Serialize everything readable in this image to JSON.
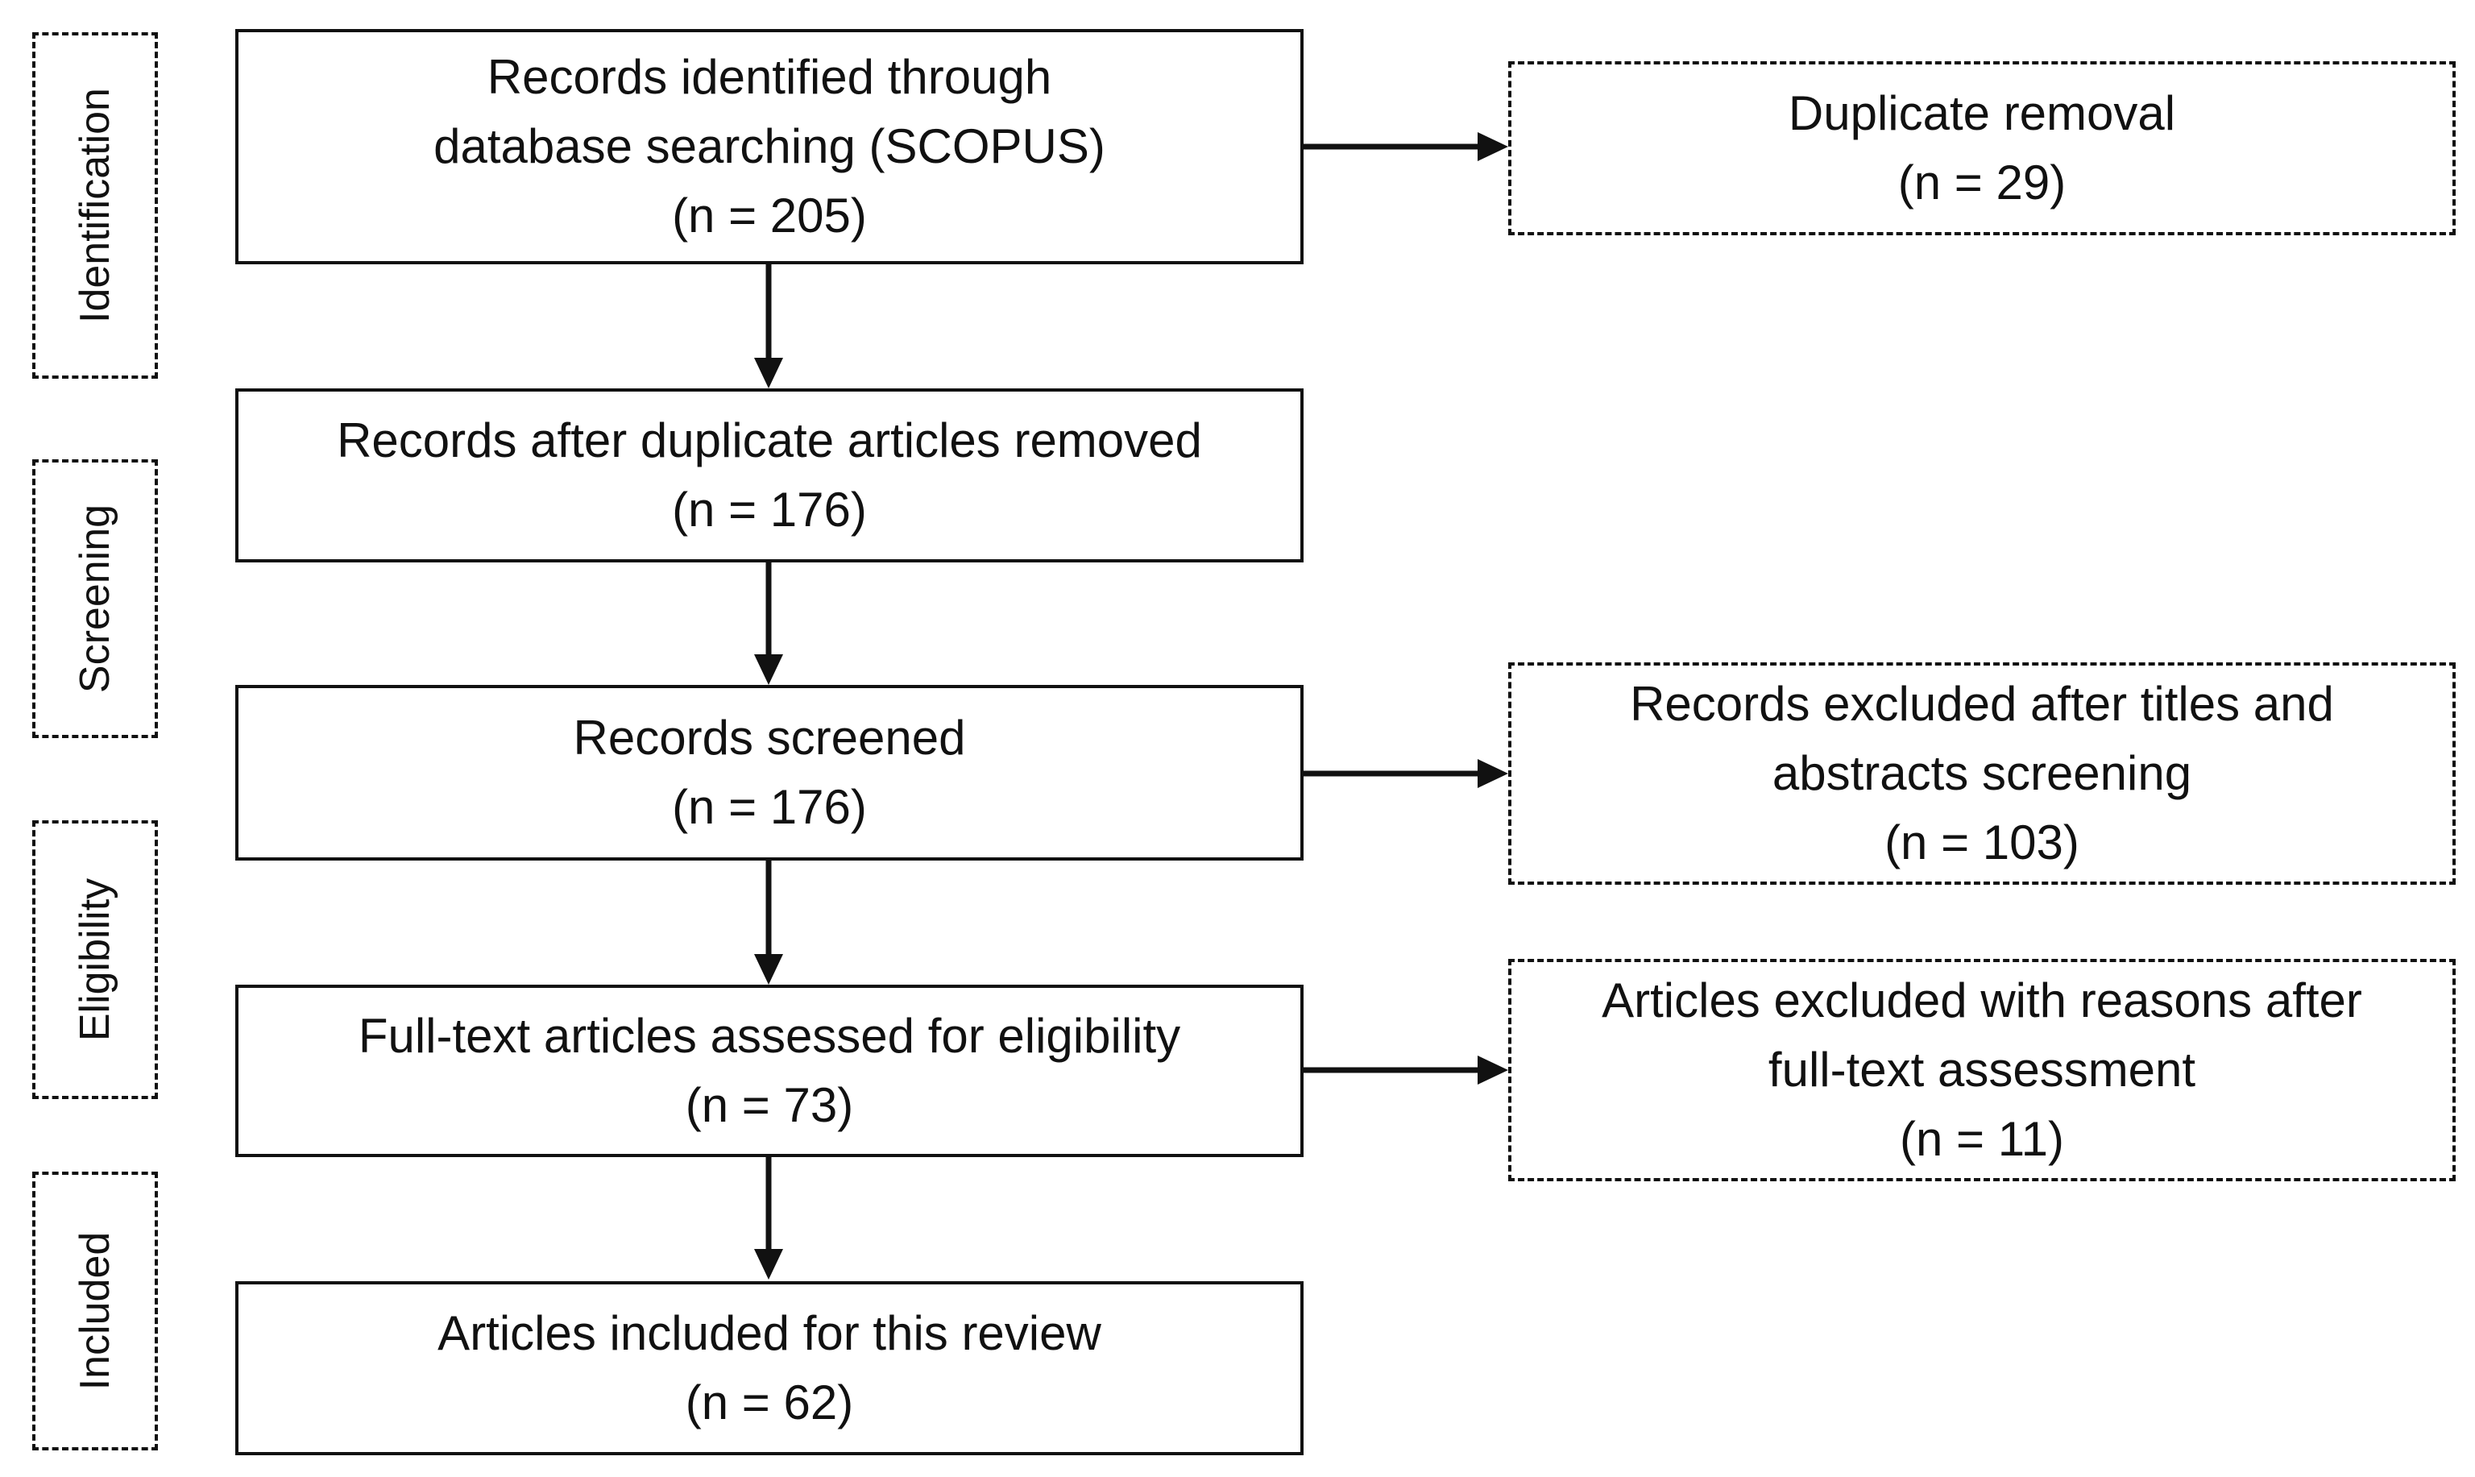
{
  "stages": {
    "identification": "Identification",
    "screening": "Screening",
    "eligibility": "Eligibility",
    "included": "Included"
  },
  "boxes": {
    "identified": {
      "lines": [
        "Records identified through",
        "database  searching (SCOPUS)",
        "(n = 205)"
      ]
    },
    "after_duplicates": {
      "lines": [
        "Records after duplicate articles removed",
        "(n = 176)"
      ]
    },
    "screened": {
      "lines": [
        "Records screened",
        "(n = 176)"
      ]
    },
    "full_text": {
      "lines": [
        "Full-text articles assessed for eligibility",
        "(n = 73)"
      ]
    },
    "included": {
      "lines": [
        "Articles included for this review",
        "(n = 62)"
      ]
    },
    "duplicate_removal": {
      "lines": [
        "Duplicate removal",
        "(n = 29)"
      ]
    },
    "excluded_titles": {
      "lines": [
        "Records excluded after titles and",
        "abstracts screening",
        "(n = 103)"
      ]
    },
    "excluded_fulltext": {
      "lines": [
        "Articles excluded with reasons after",
        "full-text assessment",
        "(n = 11)"
      ]
    }
  }
}
